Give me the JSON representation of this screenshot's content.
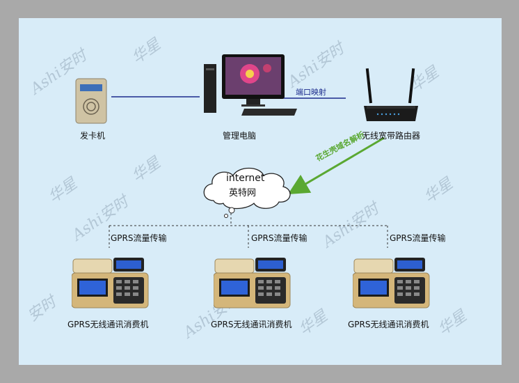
{
  "nodes": {
    "card_issuer": "发卡机",
    "management_pc": "管理电脑",
    "router": "无线宽带路由器",
    "cloud_line1": "internet",
    "cloud_line2": "英特网"
  },
  "links": {
    "port_mapping": "端口映射",
    "dynamic_dns": "花生壳域名解析",
    "gprs_1": "GPRS流量传输",
    "gprs_2": "GPRS流量传输",
    "gprs_3": "GPRS流量传输"
  },
  "terminals": [
    {
      "label": "GPRS无线通讯消费机"
    },
    {
      "label": "GPRS无线通讯消费机"
    },
    {
      "label": "GPRS无线通讯消费机"
    }
  ],
  "watermark": {
    "brand_latin": "Ashi",
    "brand_cn1": "安时",
    "brand_cn2": "华星"
  },
  "colors": {
    "link_line": "#1a2a8c",
    "dns_arrow": "#5aa832",
    "canvas": "#d8ecf8",
    "device_gold": "#d4b67a"
  }
}
